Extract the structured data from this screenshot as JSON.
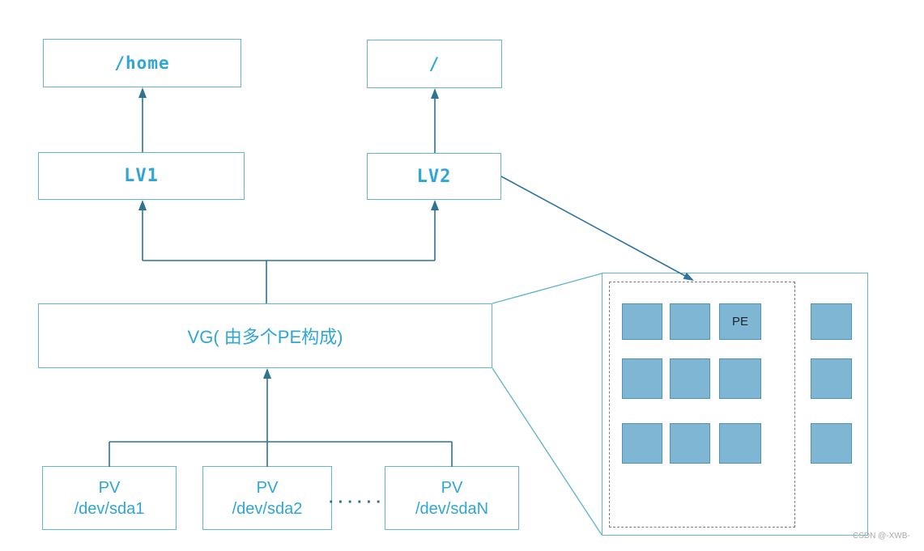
{
  "page": {
    "watermark": "CSDN @-XWB-",
    "background": "#ffffff"
  },
  "colors": {
    "box_border": "#64b5d2",
    "connector_line": "#2e7392",
    "diag_arrow": "#2f74a0",
    "label_text": "#2fa6d6",
    "pe_fill": "#7fb6d4",
    "pe_border": "#4d94ba",
    "pe_text": "#19242f",
    "dashed_border": "#7e7e7e",
    "watermark_text": "#a9a9a9"
  },
  "nodes": {
    "home": {
      "label": "/home"
    },
    "root": {
      "label": "/"
    },
    "lv1": {
      "label": "LV1"
    },
    "lv2": {
      "label": "LV2"
    },
    "vg": {
      "label": "VG( 由多个PE构成)"
    },
    "pv1": {
      "line1": "PV",
      "line2": "/dev/sda1"
    },
    "pv2": {
      "line1": "PV",
      "line2": "/dev/sda2"
    },
    "pv3": {
      "line1": "PV",
      "line2": "/dev/sdaN"
    },
    "ellipsis": "······"
  },
  "pe_area": {
    "label": "PE",
    "dashed_group_rows": 3,
    "dashed_group_cols": 3,
    "right_column_squares": 3
  }
}
